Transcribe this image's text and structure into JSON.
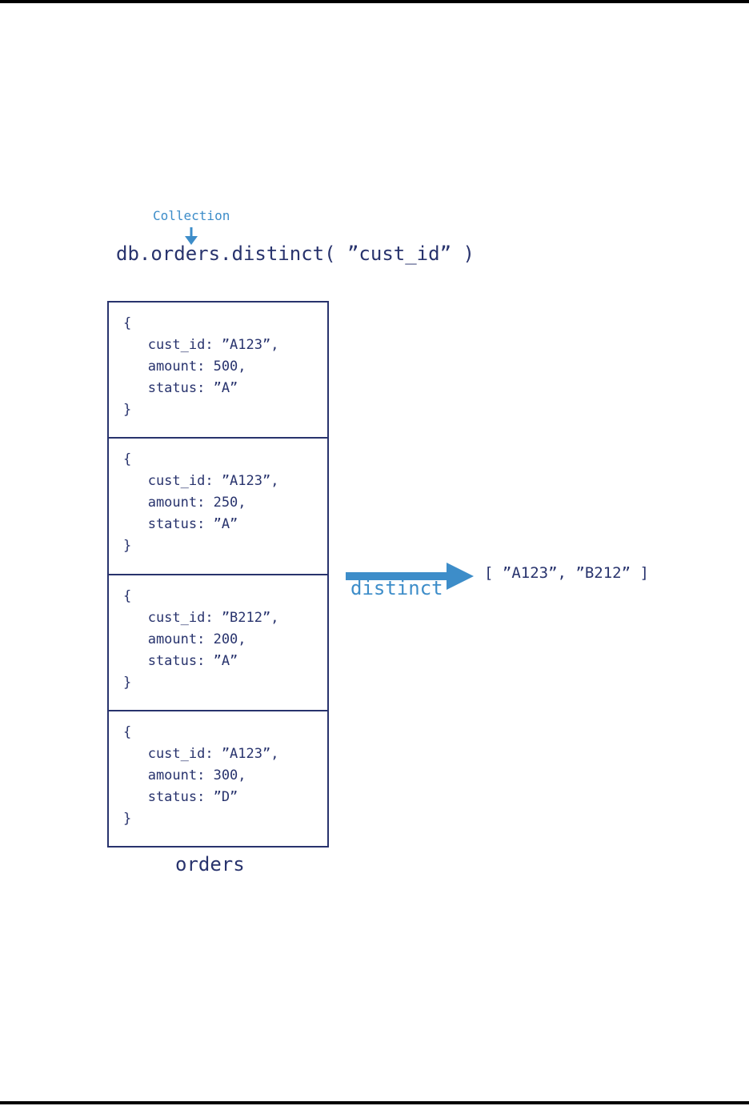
{
  "colors": {
    "navy": "#28336d",
    "blue": "#3d8dc9",
    "rule": "#000000",
    "background": "#ffffff"
  },
  "annotation": {
    "label": "Collection",
    "arrow_icon": "down-arrow-icon",
    "points_to": "orders"
  },
  "command": {
    "text": "db.orders.distinct( ”cust_id” )"
  },
  "collection": {
    "caption": "orders",
    "documents": [
      {
        "cust_id": "A123",
        "amount": 500,
        "status": "A",
        "text": "{\n   cust_id: ”A123”,\n   amount: 500,\n   status: ”A”\n}"
      },
      {
        "cust_id": "A123",
        "amount": 250,
        "status": "A",
        "text": "{\n   cust_id: ”A123”,\n   amount: 250,\n   status: ”A”\n}"
      },
      {
        "cust_id": "B212",
        "amount": 200,
        "status": "A",
        "text": "{\n   cust_id: ”B212”,\n   amount: 200,\n   status: ”A”\n}"
      },
      {
        "cust_id": "A123",
        "amount": 300,
        "status": "D",
        "text": "{\n   cust_id: ”A123”,\n   amount: 300,\n   status: ”D”\n}"
      }
    ]
  },
  "operation": {
    "label": "distinct",
    "arrow_icon": "distinct-arrow-icon"
  },
  "result": {
    "text": "[ ”A123”, ”B212” ]",
    "values": [
      "A123",
      "B212"
    ]
  }
}
